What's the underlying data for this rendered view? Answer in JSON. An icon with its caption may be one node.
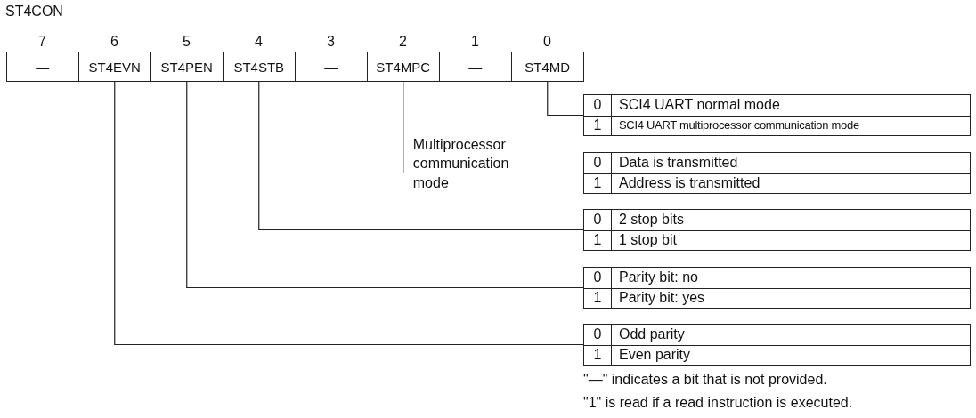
{
  "diagram": {
    "title": "ST4CON",
    "nodes": [
      {
        "text": [
          "—"
        ],
        "beside": [
          "7"
        ]
      },
      {
        "text": [
          "ST4EVN"
        ],
        "beside": [
          "6"
        ]
      },
      {
        "text": [
          "ST4PEN"
        ],
        "beside": [
          "5"
        ]
      },
      {
        "text": [
          "ST4STB"
        ],
        "beside": [
          "4"
        ]
      },
      {
        "text": [
          "—"
        ],
        "beside": [
          "3"
        ]
      },
      {
        "text": [
          "ST4MPC"
        ],
        "beside": [
          "2"
        ]
      },
      {
        "text": [
          "—"
        ],
        "beside": [
          "1"
        ]
      },
      {
        "text": [
          "ST4MD"
        ],
        "beside": [
          "0"
        ]
      },
      {
        "text": [
          "0",
          "SCI4 UART normal mode",
          "1",
          "SCI4 UART multiprocessor communication mode"
        ]
      },
      {
        "text": [
          "0",
          "Data is transmitted",
          "1",
          "Address is transmitted"
        ]
      },
      {
        "text": [
          "0",
          "2 stop bits",
          "1",
          "1 stop bit"
        ]
      },
      {
        "text": [
          "0",
          "Parity bit: no",
          "1",
          "Parity bit: yes"
        ]
      },
      {
        "text": [
          "0",
          "Odd parity",
          "1",
          "Even parity"
        ]
      }
    ],
    "edges": [
      {
        "from": 7,
        "to": 8,
        "arrow": "none"
      },
      {
        "from": 5,
        "to": 9,
        "arrow": "none",
        "label": "Multiprocessor communication mode"
      },
      {
        "from": 3,
        "to": 10,
        "arrow": "none"
      },
      {
        "from": 2,
        "to": 11,
        "arrow": "none"
      },
      {
        "from": 1,
        "to": 12,
        "arrow": "none"
      }
    ],
    "labels": [
      "\"—\" indicates a bit that is not provided.",
      "\"1\" is read if a read instruction is executed."
    ]
  }
}
